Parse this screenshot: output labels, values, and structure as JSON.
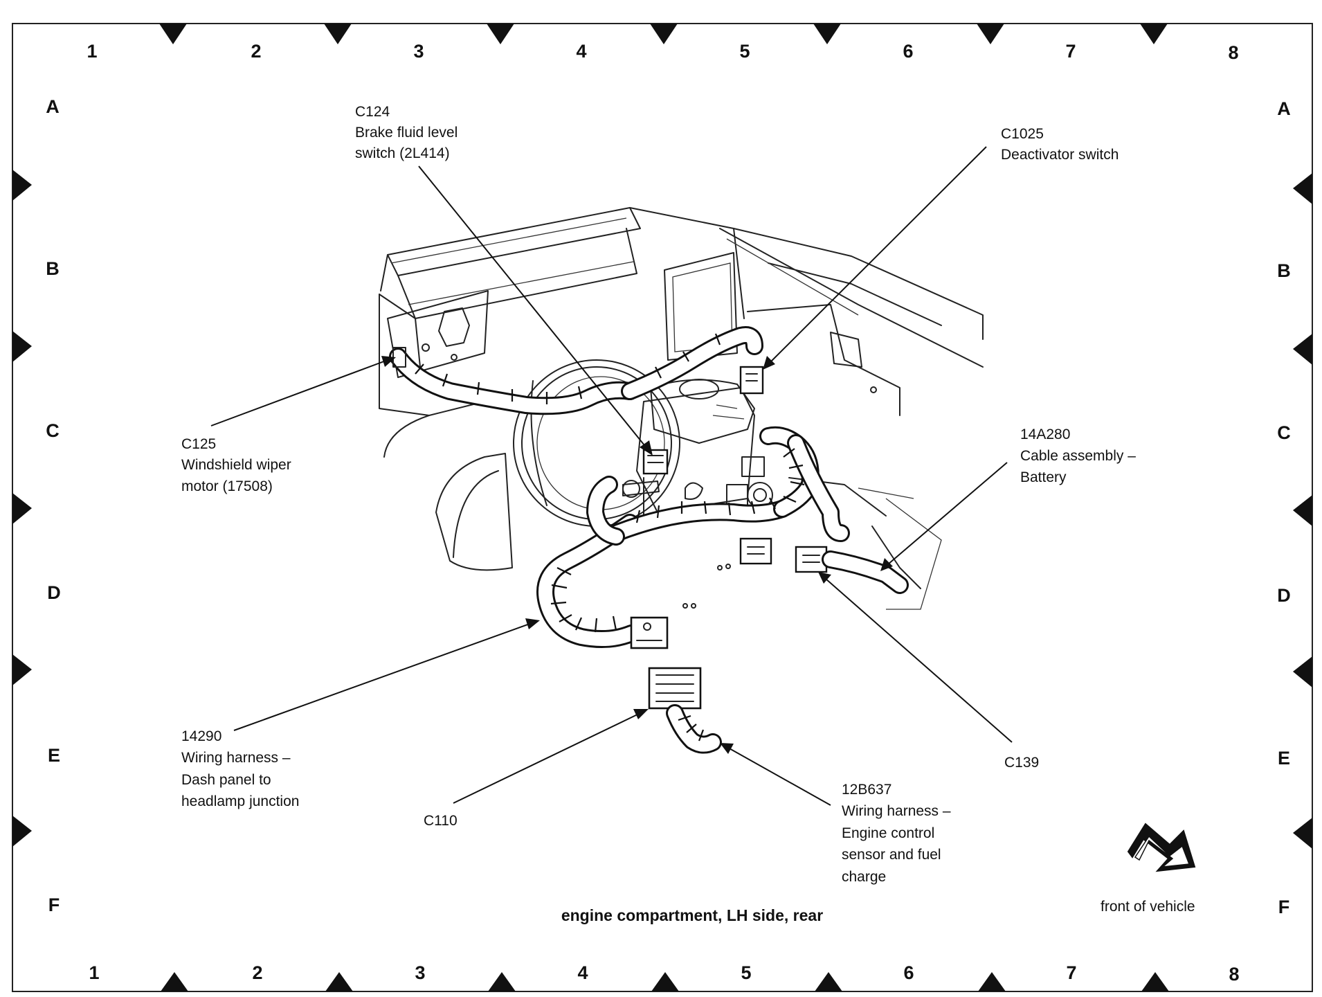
{
  "grid": {
    "columns": [
      "1",
      "2",
      "3",
      "4",
      "5",
      "6",
      "7",
      "8"
    ],
    "rows": [
      "A",
      "B",
      "C",
      "D",
      "E",
      "F"
    ]
  },
  "callouts": {
    "c124": {
      "id": "C124",
      "lines": [
        "Brake fluid level",
        "switch (2L414)"
      ]
    },
    "c1025": {
      "id": "C1025",
      "lines": [
        "Deactivator switch"
      ]
    },
    "c125": {
      "id": "C125",
      "lines": [
        "Windshield wiper",
        "motor (17508)"
      ]
    },
    "c14a280": {
      "id": "14A280",
      "lines": [
        "Cable assembly –",
        "Battery"
      ]
    },
    "c14290": {
      "id": "14290",
      "lines": [
        "Wiring harness –",
        "Dash panel to",
        "headlamp junction"
      ]
    },
    "c139": {
      "id": "C139"
    },
    "c110": {
      "id": "C110"
    },
    "c12b637": {
      "id": "12B637",
      "lines": [
        "Wiring harness –",
        "Engine control",
        "sensor and fuel",
        "charge"
      ]
    }
  },
  "caption": "engine compartment, LH side, rear",
  "front_label": "front of vehicle",
  "icons": {
    "direction": "front-of-vehicle-arrow-icon"
  }
}
